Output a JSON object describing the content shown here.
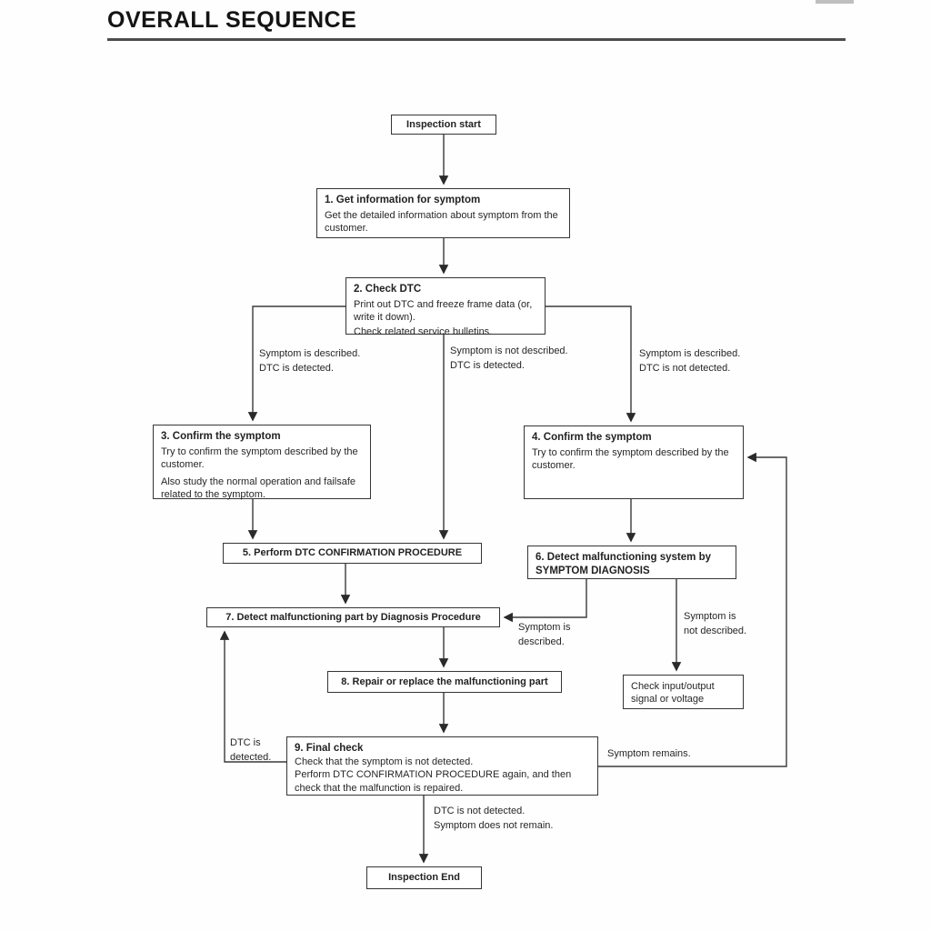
{
  "page": {
    "title": "OVERALL SEQUENCE"
  },
  "flowchart": {
    "terminals": {
      "start": "Inspection start",
      "end": "Inspection End"
    },
    "boxes": {
      "step1": {
        "title": "1. Get information for symptom",
        "body1": "Get the detailed information about symptom from the customer."
      },
      "step2": {
        "title": "2. Check DTC",
        "body1": "Print out DTC and freeze frame data (or, write it down).",
        "body2": "Check related service bulletins."
      },
      "step3": {
        "title": "3. Confirm the symptom",
        "body1": "Try to confirm the symptom described by the customer.",
        "body2": "Also study the normal operation and failsafe related to the symptom."
      },
      "step4": {
        "title": "4. Confirm the symptom",
        "body1": "Try to confirm the symptom described by the customer."
      },
      "step5": {
        "title": "5. Perform DTC CONFIRMATION PROCEDURE"
      },
      "step6": {
        "title": "6. Detect malfunctioning system by\nSYMPTOM DIAGNOSIS"
      },
      "step7": {
        "title": "7. Detect malfunctioning part by Diagnosis Procedure"
      },
      "step8": {
        "title": "8. Repair or replace the malfunctioning part"
      },
      "step9": {
        "title": "9. Final check",
        "body1": "Check that the symptom is not detected.",
        "body2": "Perform DTC CONFIRMATION PROCEDURE again, and then check that the malfunction is repaired."
      },
      "check_io": {
        "body1": "Check input/output\nsignal or voltage"
      }
    },
    "edge_labels": {
      "left_branch": "Symptom is described.\nDTC is detected.",
      "middle_branch": "Symptom is not described.\nDTC is detected.",
      "right_branch": "Symptom is described.\nDTC is not detected.",
      "to_step7": "Symptom is\ndescribed.",
      "to_check_io": "Symptom is\nnot described.",
      "dtc_detected_loop": "DTC is\ndetected.",
      "symptom_remains_loop": "Symptom remains.",
      "to_end": "DTC is not detected.\nSymptom does not remain."
    }
  }
}
